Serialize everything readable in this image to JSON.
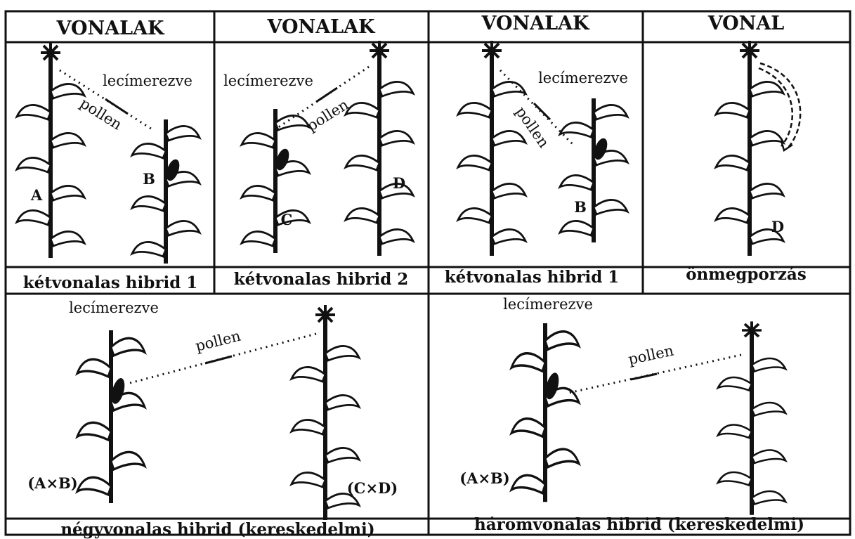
{
  "panels": [
    {
      "heading": "VONALAK",
      "caption": "kétvonalas hibrid 1",
      "detasseled_label": "lecímerezve",
      "pollen_label": "pollen",
      "left_plant_label": "A",
      "right_plant_label": "B"
    },
    {
      "heading": "VONALAK",
      "caption": "kétvonalas hibrid 2",
      "detasseled_label": "lecímerezve",
      "pollen_label": "pollen",
      "left_plant_label": "C",
      "right_plant_label": "D"
    },
    {
      "heading": "VONALAK",
      "caption": "kétvonalas hibrid  1",
      "detasseled_label": "lecímerezve",
      "pollen_label": "pollen",
      "left_plant_label": "",
      "right_plant_label": "B"
    },
    {
      "heading": "VONAL",
      "caption": "önmegporzás",
      "plant_label": "D"
    }
  ],
  "bottom_panels": [
    {
      "caption": "négyvonalas hibrid (kereskedelmi)",
      "detasseled_label": "lecímerezve",
      "pollen_label": "pollen",
      "left_plant_label": "(A×B)",
      "right_plant_label": "(C×D)"
    },
    {
      "caption": "háromvonalas hibrid (kereskedelmi)",
      "detasseled_label": "lecímerezve",
      "pollen_label": "pollen",
      "left_plant_label": "(A×B)"
    }
  ]
}
